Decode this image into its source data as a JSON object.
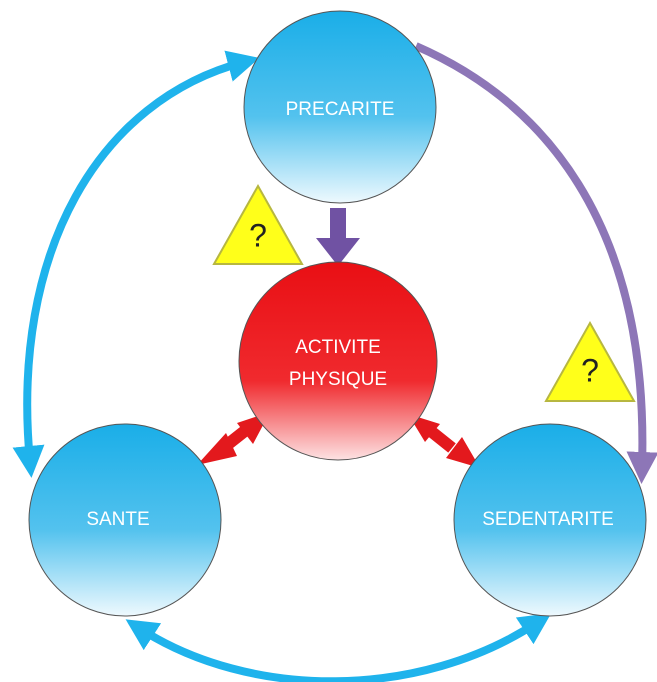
{
  "diagram": {
    "nodes": {
      "precarite": {
        "label": "PRECARITE"
      },
      "activite": {
        "line1": "ACTIVITE",
        "line2": "PHYSIQUE"
      },
      "sante": {
        "label": "SANTE"
      },
      "sedentarite": {
        "label": "SEDENTARITE"
      }
    },
    "question_marks": [
      "?",
      "?"
    ],
    "colors": {
      "blue_node_top": "#1aaee8",
      "blue_node_bottom": "#e9f7fd",
      "red_node_top": "#ffffff",
      "red_node_bottom": "#f2181c",
      "cycle_arrow": "#1fb3ec",
      "purple_arrow": "#7052a3",
      "purple_arc": "#8d76b7",
      "bidirectional_arrow": "#e3191d",
      "warning_fill": "#ffff1a",
      "warning_stroke": "#b7b740"
    }
  }
}
